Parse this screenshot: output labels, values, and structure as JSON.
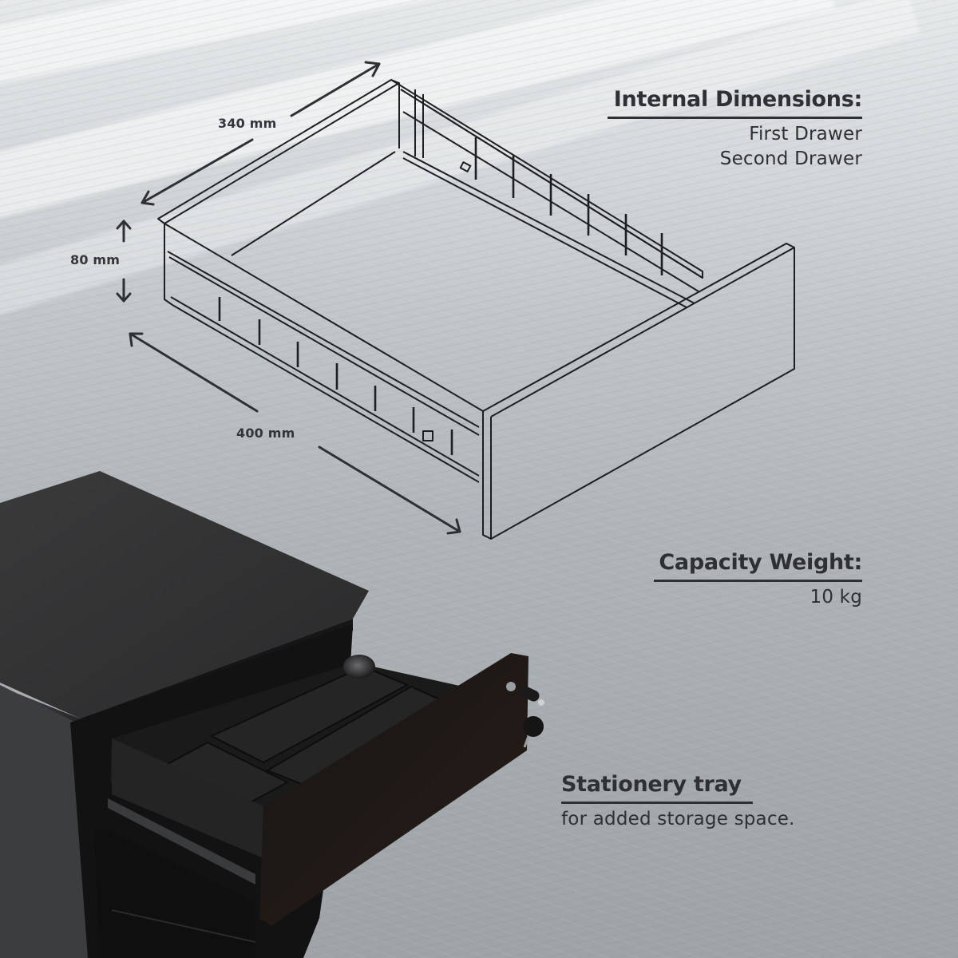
{
  "dimensions": {
    "width_label": "340 mm",
    "height_label": "80 mm",
    "depth_label": "400 mm"
  },
  "internal_dimensions": {
    "title": "Internal Dimensions:",
    "lines": [
      "First Drawer",
      "Second Drawer"
    ]
  },
  "capacity_weight": {
    "title": "Capacity Weight:",
    "value": "10 kg"
  },
  "stationery_tray": {
    "title": "Stationery tray",
    "description": "for added storage space."
  },
  "colors": {
    "text": "#2f3033",
    "line_art": "#1e1f21",
    "cabinet": "#1c1c1d",
    "background": "#b4b9bc"
  }
}
